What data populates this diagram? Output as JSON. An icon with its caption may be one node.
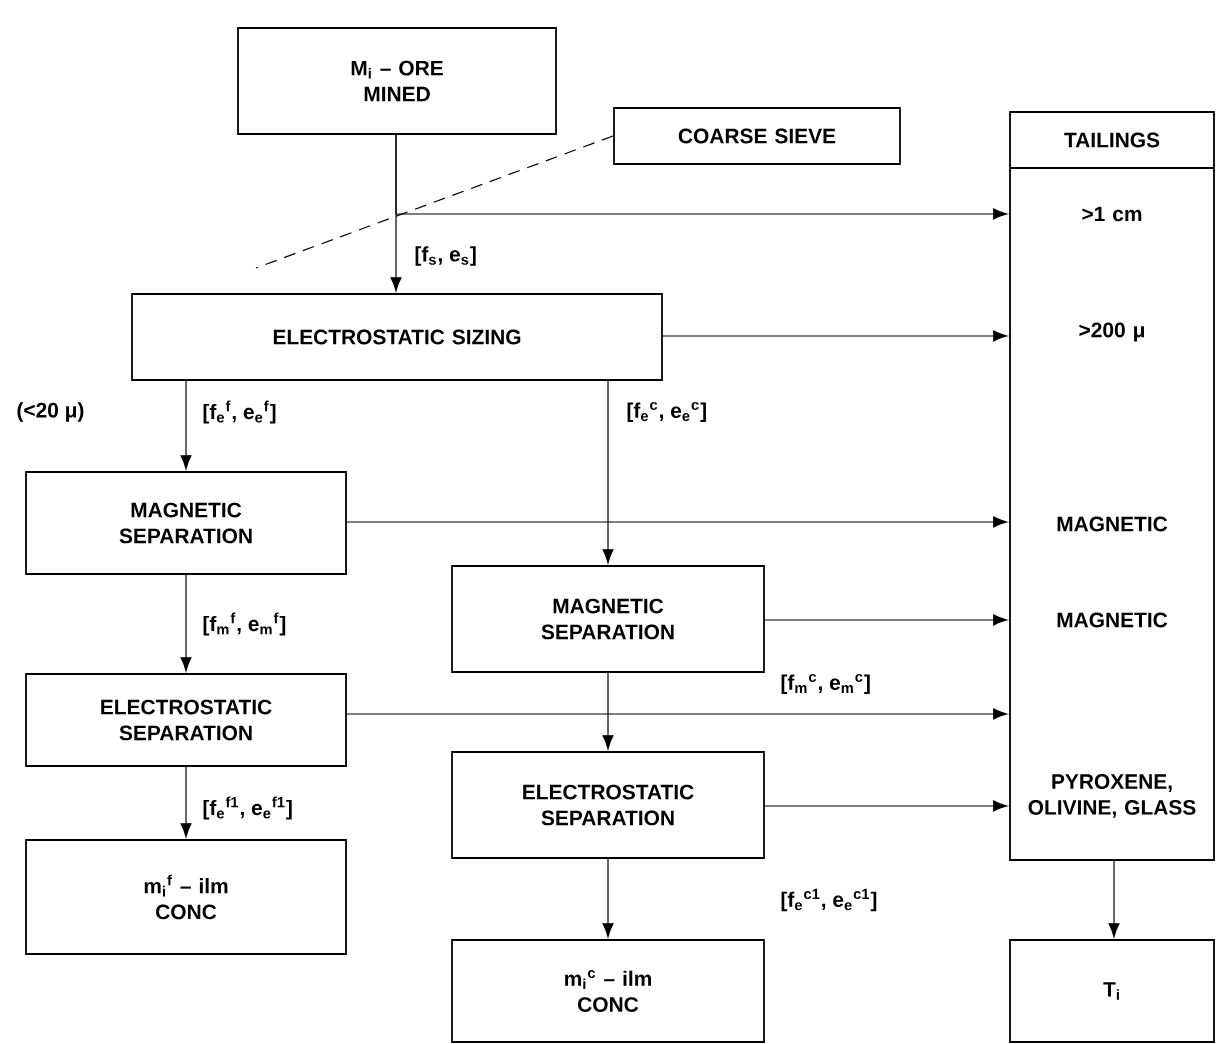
{
  "diagram": {
    "nodes": [
      {
        "text": [
          "M$_{i}$ – ORE MINED"
        ]
      },
      {
        "text": [
          "COARSE SIEVE"
        ]
      },
      {
        "text": [
          "TAILINGS",
          ">1 cm",
          ">200 μ",
          "MAGNETIC",
          "MAGNETIC",
          "PYROXENE, OLIVINE, GLASS"
        ]
      },
      {
        "text": [
          "ELECTROSTATIC SIZING"
        ]
      },
      {
        "text": [
          "MAGNETIC SEPARATION"
        ]
      },
      {
        "text": [
          "ELECTROSTATIC SEPARATION"
        ]
      },
      {
        "text": [
          "m$_{i}$$^{f}$ – ilm CONC"
        ]
      },
      {
        "text": [
          "MAGNETIC SEPARATION"
        ]
      },
      {
        "text": [
          "ELECTROSTATIC SEPARATION"
        ]
      },
      {
        "text": [
          "m$_{i}$$^{c}$ – ilm CONC"
        ]
      },
      {
        "text": [
          "T$_{i}$"
        ]
      }
    ],
    "edges": [
      {
        "from": 0,
        "to": 2,
        "arrow": "to"
      },
      {
        "from": 0,
        "to": 3,
        "arrow": "to",
        "label": "[f$_{s}$, e$_{s}$]"
      },
      {
        "from": 1,
        "to": null,
        "arrow": "none",
        "style": "dashed"
      },
      {
        "from": 3,
        "to": 2,
        "arrow": "to"
      },
      {
        "from": 3,
        "to": 4,
        "arrow": "to",
        "label": "[f$_{e}$$^{f}$, e$_{e}$$^{f}$]"
      },
      {
        "from": 3,
        "to": 7,
        "arrow": "to",
        "label": "[f$_{e}$$^{c}$, e$_{e}$$^{c}$]"
      },
      {
        "from": 4,
        "to": 2,
        "arrow": "to"
      },
      {
        "from": 4,
        "to": 5,
        "arrow": "to",
        "label": "[f$_{m}$$^{f}$, e$_{m}$$^{f}$]"
      },
      {
        "from": 7,
        "to": 2,
        "arrow": "to"
      },
      {
        "from": 7,
        "to": 8,
        "arrow": "to"
      },
      {
        "from": 5,
        "to": 2,
        "arrow": "to"
      },
      {
        "from": 5,
        "to": 6,
        "arrow": "to",
        "label": "[f$_{e}$$^{f1}$, e$_{e}$$^{f1}$]"
      },
      {
        "from": 8,
        "to": 2,
        "arrow": "to"
      },
      {
        "from": 8,
        "to": 9,
        "arrow": "to"
      },
      {
        "from": 2,
        "to": 10,
        "arrow": "to"
      }
    ],
    "labels": [
      "(<20 μ)",
      "[f$_{m}$$^{c}$, e$_{m}$$^{c}$]",
      "[f$_{e}$$^{c1}$, e$_{e}$$^{c1}$]"
    ]
  }
}
